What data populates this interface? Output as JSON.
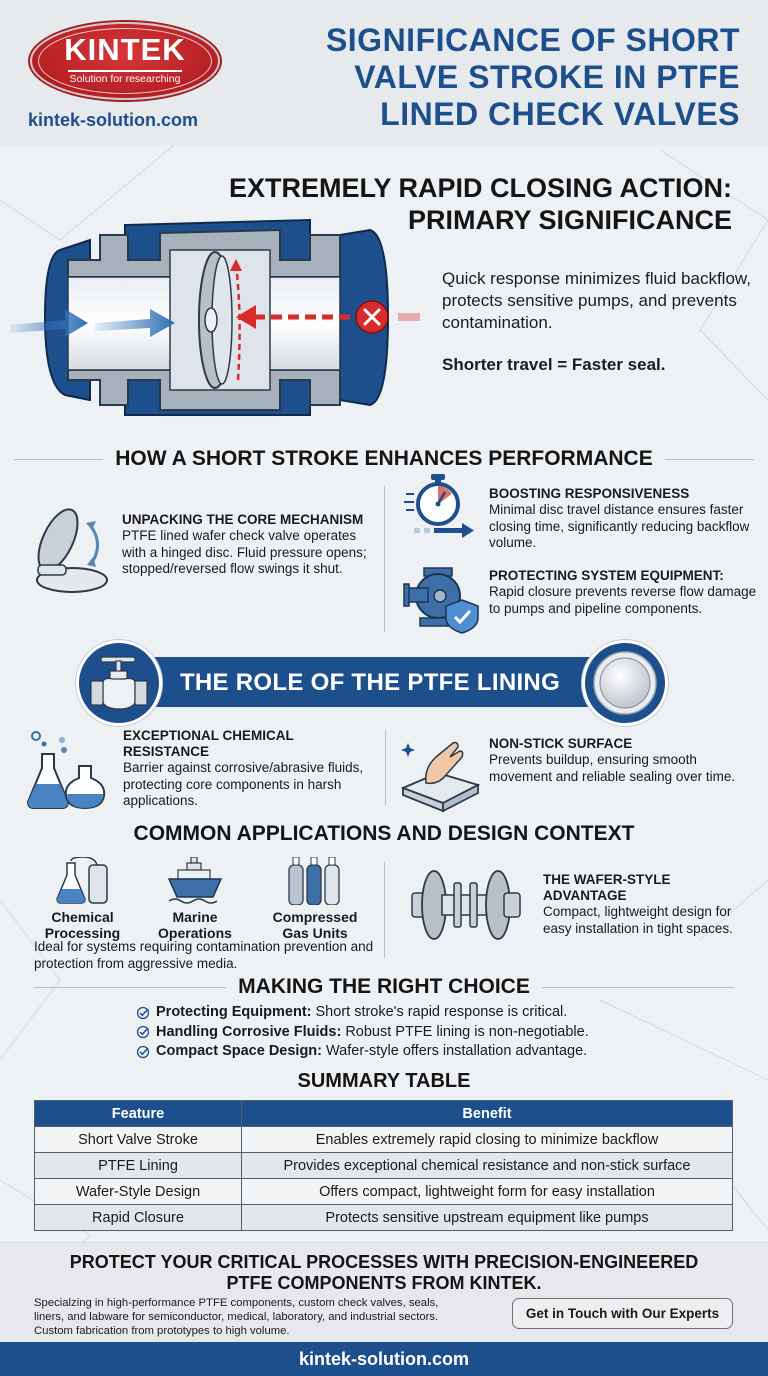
{
  "brand": {
    "name": "KINTEK",
    "tagline": "Solution for researching",
    "url": "kintek-solution.com",
    "colors": {
      "primary_blue": "#1d4f8c",
      "logo_red": "#b51f24",
      "alert_red": "#d92b2b"
    }
  },
  "header": {
    "title_lines": [
      "SIGNIFICANCE OF SHORT",
      "VALVE STROKE IN PTFE",
      "LINED CHECK VALVES"
    ]
  },
  "primary": {
    "title_lines": [
      "EXTREMELY RAPID CLOSING ACTION:",
      "PRIMARY SIGNIFICANCE"
    ],
    "description": "Quick response minimizes fluid backflow, protects sensitive pumps, and prevents contamination.",
    "emphasis": "Shorter travel = Faster seal.",
    "illustration": "check-valve-cross-section"
  },
  "performance": {
    "heading": "HOW A SHORT STROKE ENHANCES PERFORMANCE",
    "items": [
      {
        "icon": "hinged-disc-icon",
        "title": "UNPACKING THE CORE MECHANISM",
        "text": "PTFE lined wafer check valve operates with a hinged disc. Fluid pressure opens; stopped/reversed flow swings it shut."
      },
      {
        "icon": "stopwatch-icon",
        "title": "BOOSTING RESPONSIVENESS",
        "text": "Minimal disc travel distance ensures faster closing time, significantly reducing backflow volume."
      },
      {
        "icon": "pump-shield-icon",
        "title": "PROTECTING SYSTEM EQUIPMENT:",
        "text": "Rapid closure prevents reverse flow damage to pumps and pipeline components."
      }
    ]
  },
  "lining": {
    "heading": "THE ROLE OF THE PTFE LINING",
    "items": [
      {
        "icon": "flasks-icon",
        "title": "EXCEPTIONAL CHEMICAL RESISTANCE",
        "text": "Barrier against corrosive/abrasive fluids, protecting core components in harsh applications."
      },
      {
        "icon": "hand-surface-icon",
        "title": "NON-STICK SURFACE",
        "text": "Prevents buildup, ensuring smooth movement and reliable sealing over time."
      }
    ]
  },
  "applications": {
    "heading": "COMMON APPLICATIONS AND DESIGN CONTEXT",
    "apps": [
      {
        "icon": "chemical-flask-icon",
        "label_lines": [
          "Chemical",
          "Processing"
        ]
      },
      {
        "icon": "ship-icon",
        "label_lines": [
          "Marine",
          "Operations"
        ]
      },
      {
        "icon": "gas-cylinders-icon",
        "label_lines": [
          "Compressed",
          "Gas Units"
        ]
      }
    ],
    "note": "Ideal for systems requiring contamination prevention and protection from aggressive media.",
    "wafer": {
      "icon": "wafer-valve-icon",
      "title_lines": [
        "THE WAFER-STYLE",
        "ADVANTAGE"
      ],
      "text": "Compact, lightweight design for easy installation in tight spaces."
    }
  },
  "choice": {
    "heading": "MAKING THE RIGHT CHOICE",
    "items": [
      {
        "bold": "Protecting Equipment:",
        "text": " Short stroke's rapid response is critical."
      },
      {
        "bold": "Handling Corrosive Fluids:",
        "text": " Robust PTFE lining is non-negotiable."
      },
      {
        "bold": "Compact Space Design:",
        "text": " Wafer-style offers installation advantage."
      }
    ]
  },
  "summary": {
    "heading": "SUMMARY TABLE",
    "columns": [
      "Feature",
      "Benefit"
    ],
    "rows": [
      [
        "Short Valve Stroke",
        "Enables extremely rapid closing to minimize backflow"
      ],
      [
        "PTFE Lining",
        "Provides exceptional chemical resistance and non-stick surface"
      ],
      [
        "Wafer-Style Design",
        "Offers compact, lightweight form for easy installation"
      ],
      [
        "Rapid Closure",
        "Protects sensitive upstream equipment like pumps"
      ]
    ]
  },
  "cta": {
    "title_lines": [
      "PROTECT YOUR CRITICAL PROCESSES WITH PRECISION-ENGINEERED",
      "PTFE COMPONENTS FROM KINTEK."
    ],
    "text_lines": [
      "Specialzing in high-performance PTFE components, custom check valves, seals,",
      "liners, and labware for semiconductor, medical, laboratory, and industrial sectors.",
      "Custom fabrication from prototypes to high volume."
    ],
    "button": "Get in Touch with Our Experts"
  },
  "footer": {
    "url": "kintek-solution.com"
  }
}
